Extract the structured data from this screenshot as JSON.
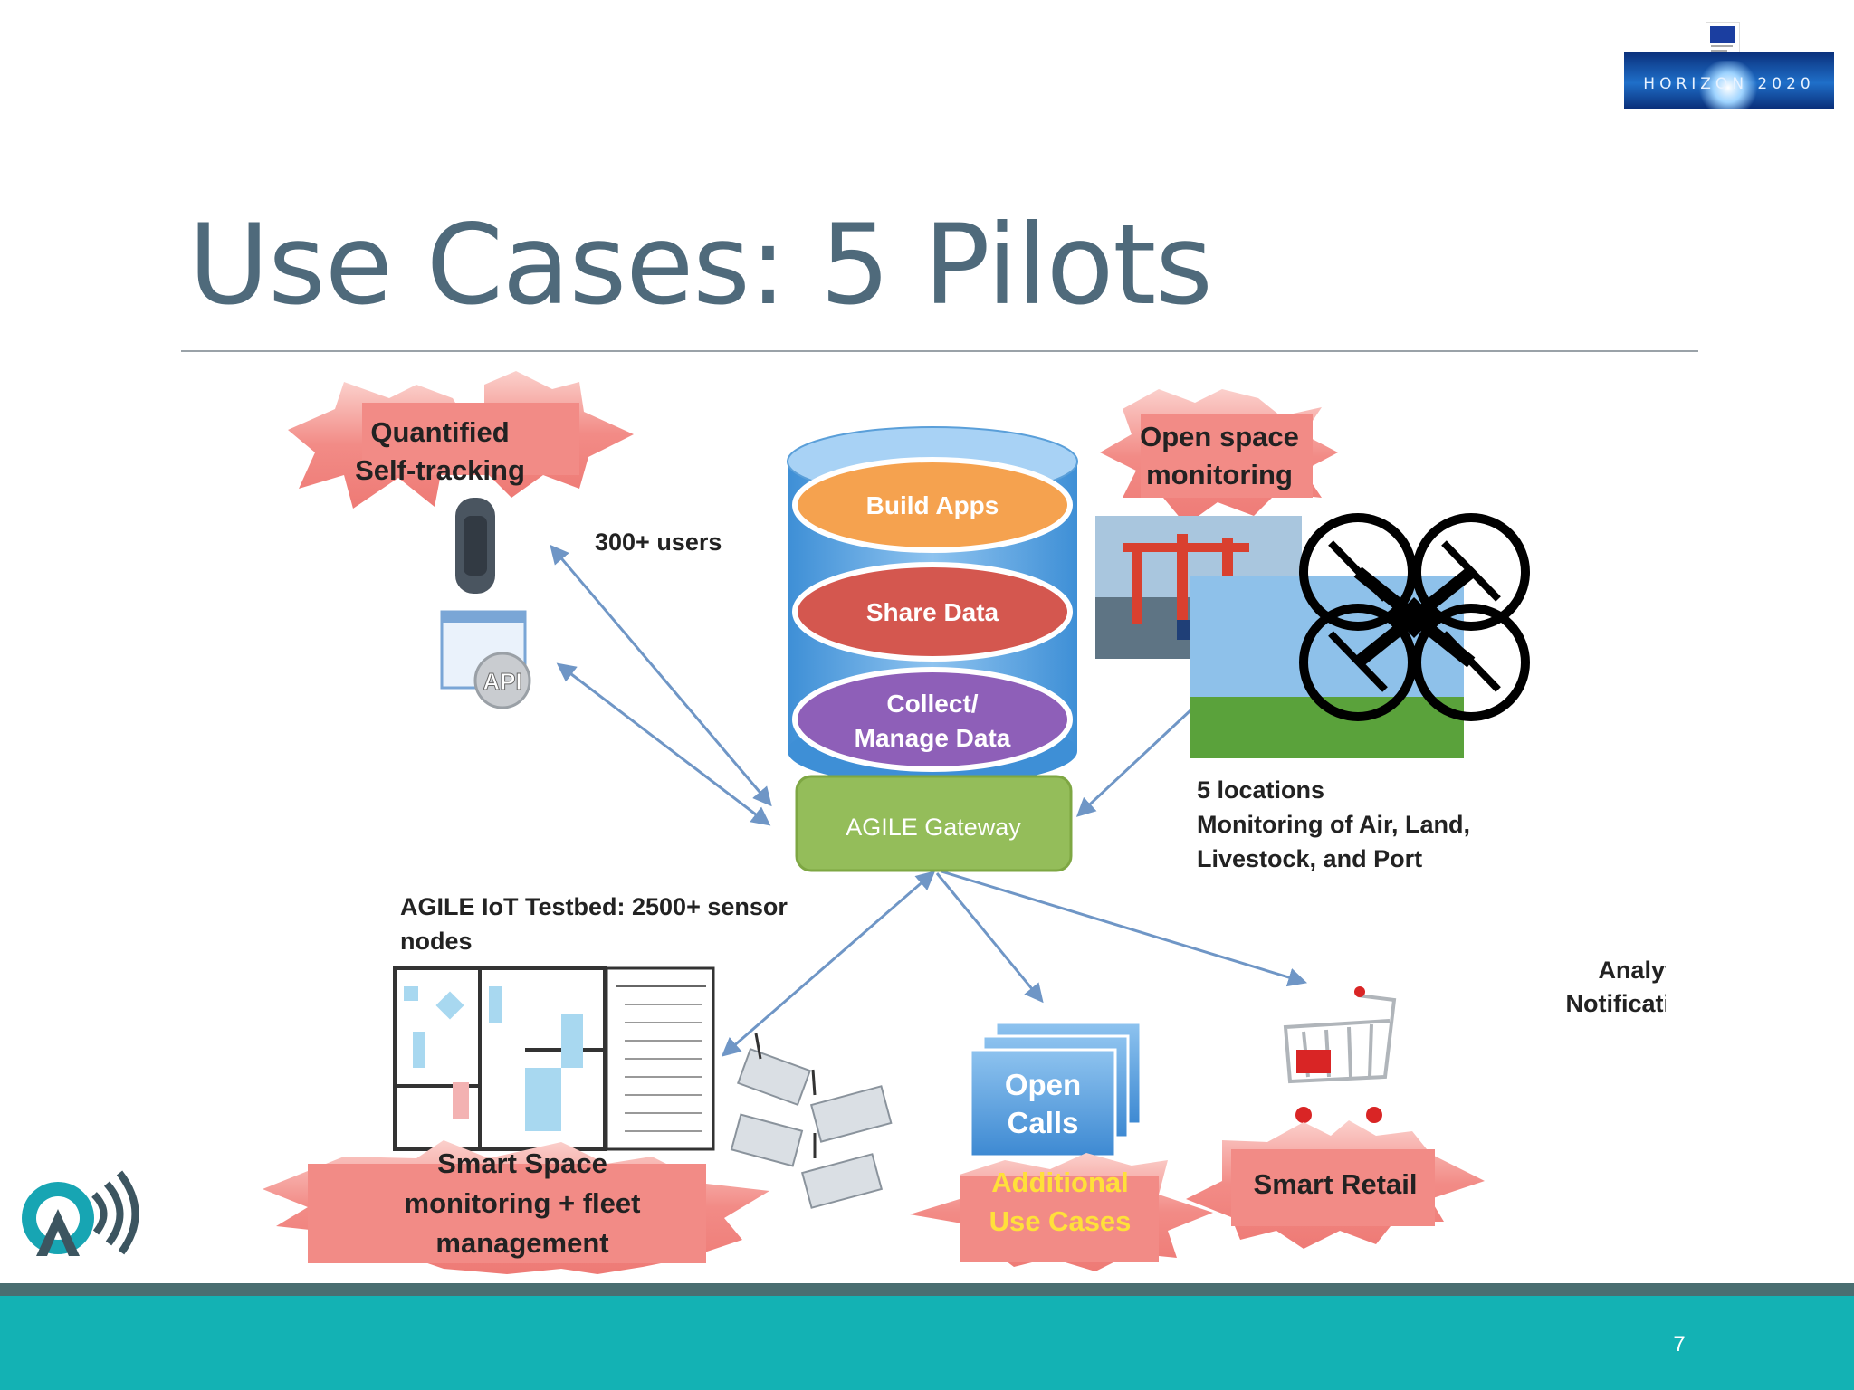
{
  "slide": {
    "title": "Use Cases: 5 Pilots",
    "page_number": "7",
    "logo_text": "HORIZON 2020"
  },
  "diagram": {
    "stack": [
      "Build Apps",
      "Share Data",
      "Collect/",
      "Manage Data"
    ],
    "gateway": "AGILE Gateway",
    "badges": {
      "self_tracking": [
        "Quantified",
        "Self-tracking"
      ],
      "open_space": [
        "Open space",
        "monitoring"
      ],
      "smart_space": [
        "Smart Space",
        "monitoring + fleet",
        "management"
      ],
      "additional": [
        "Additional",
        "Use Cases"
      ],
      "smart_retail": "Smart Retail"
    },
    "notes": {
      "users": "300+ users",
      "locations": [
        "5 locations",
        "Monitoring of Air, Land,",
        "Livestock, and Port"
      ],
      "testbed": [
        "AGILE IoT Testbed: 2500+ sensor",
        "nodes"
      ],
      "analytics": [
        "Analytics,",
        "Notifications"
      ]
    },
    "open_calls": [
      "Open",
      "Calls"
    ],
    "api_label": "API"
  }
}
